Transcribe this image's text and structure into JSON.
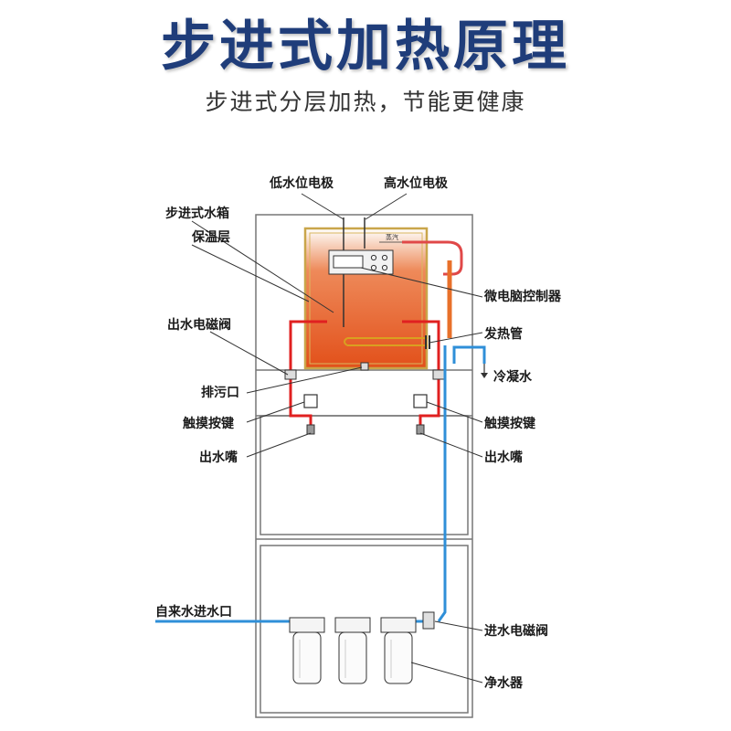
{
  "title": "步进式加热原理",
  "subtitle": "步进式分层加热，节能更健康",
  "colors": {
    "title": "#1f3d7a",
    "hot_pipe": "#e02020",
    "cold_pipe": "#2f8fd8",
    "tank_top": "#f6c8b0",
    "tank_bottom": "#e8551c",
    "insulation": "#c9a64a",
    "cabinet_line": "#777777"
  },
  "labels": {
    "low_electrode": "低水位电极",
    "high_electrode": "高水位电极",
    "tank": "步进式水箱",
    "insulation": "保温层",
    "controller": "微电脑控制器",
    "outlet_valve": "出水电磁阀",
    "heater": "发热管",
    "condensate": "冷凝水",
    "drain": "排污口",
    "touch_key_left": "触摸按键",
    "touch_key_right": "触摸按键",
    "spout_left": "出水嘴",
    "spout_right": "出水嘴",
    "tap_inlet": "自来水进水口",
    "inlet_valve": "进水电磁阀",
    "purifier": "净水器",
    "steam": "蒸汽"
  }
}
